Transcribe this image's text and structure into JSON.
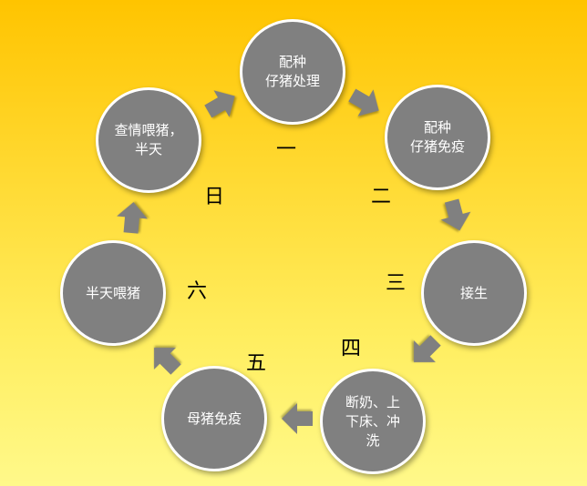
{
  "colors": {
    "node_fill": "#808080",
    "node_border": "#ffffff",
    "arrow_fill": "#808080",
    "background_top": "#ffc400",
    "background_bottom": "#fff98a"
  },
  "nodes": [
    {
      "lines": [
        "配种",
        "仔猪处理"
      ]
    },
    {
      "lines": [
        "配种",
        "仔猪免疫"
      ]
    },
    {
      "lines": [
        "接生"
      ]
    },
    {
      "lines": [
        "断奶、上",
        "下床、冲",
        "洗"
      ]
    },
    {
      "lines": [
        "母猪免疫"
      ]
    },
    {
      "lines": [
        "半天喂猪"
      ]
    },
    {
      "lines": [
        "查情喂猪，",
        "半天"
      ]
    }
  ],
  "day_labels": [
    "一",
    "二",
    "三",
    "四",
    "五",
    "六",
    "日"
  ],
  "arrow_icon": "arrow-right-icon"
}
